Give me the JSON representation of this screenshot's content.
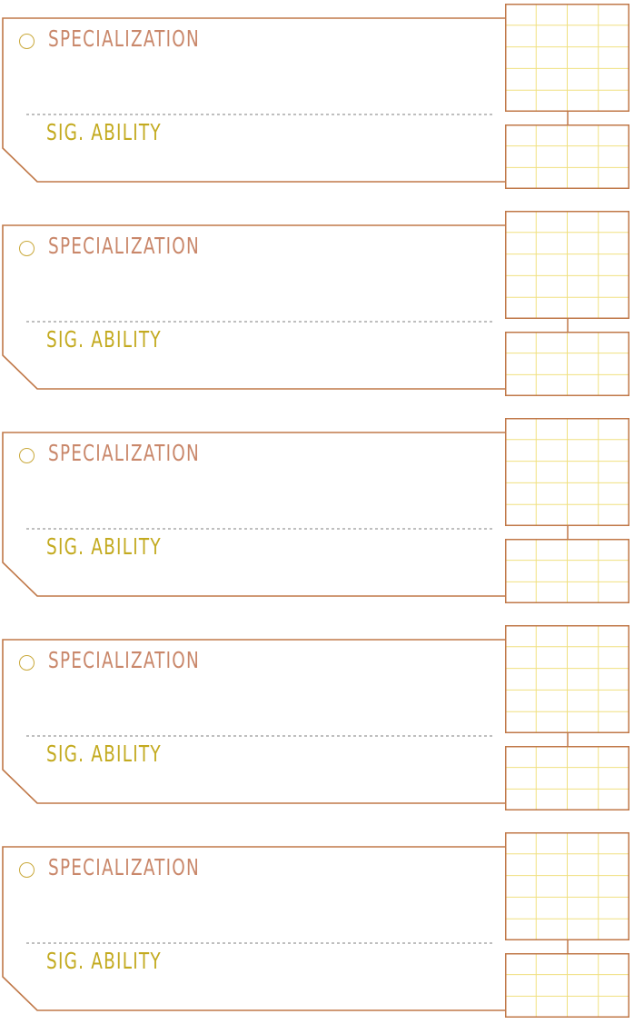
{
  "colors": {
    "frame": "#c07848",
    "spec_text": "#c9876a",
    "sig_text": "#c3aa1f",
    "grid_line": "#f0e080",
    "circle": "#c9a83a",
    "divider": "#999999"
  },
  "blocks": [
    {
      "specialization_label": "SPECIALIZATION",
      "sig_ability_label": "SIG. ABILITY",
      "checked": false
    },
    {
      "specialization_label": "SPECIALIZATION",
      "sig_ability_label": "SIG. ABILITY",
      "checked": false
    },
    {
      "specialization_label": "SPECIALIZATION",
      "sig_ability_label": "SIG. ABILITY",
      "checked": false
    },
    {
      "specialization_label": "SPECIALIZATION",
      "sig_ability_label": "SIG. ABILITY",
      "checked": false
    },
    {
      "specialization_label": "SPECIALIZATION",
      "sig_ability_label": "SIG. ABILITY",
      "checked": false
    }
  ]
}
